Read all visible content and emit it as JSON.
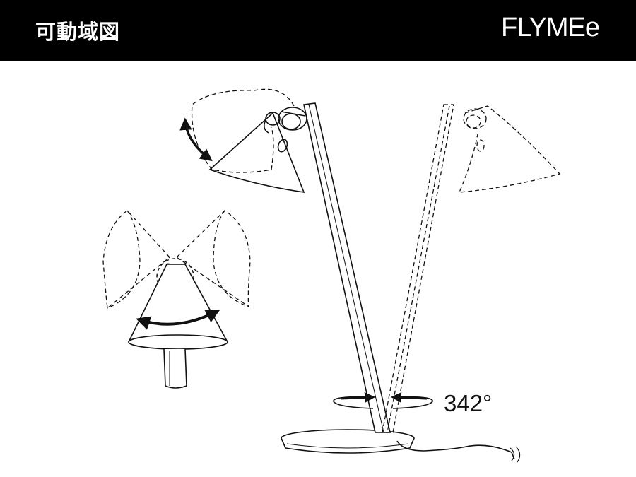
{
  "header": {
    "title": "可動域図",
    "brand": "FLYMEe"
  },
  "diagram": {
    "rotation_label": "342°"
  },
  "colors": {
    "header_background": "#000000",
    "header_text": "#ffffff",
    "line": "#111111"
  }
}
